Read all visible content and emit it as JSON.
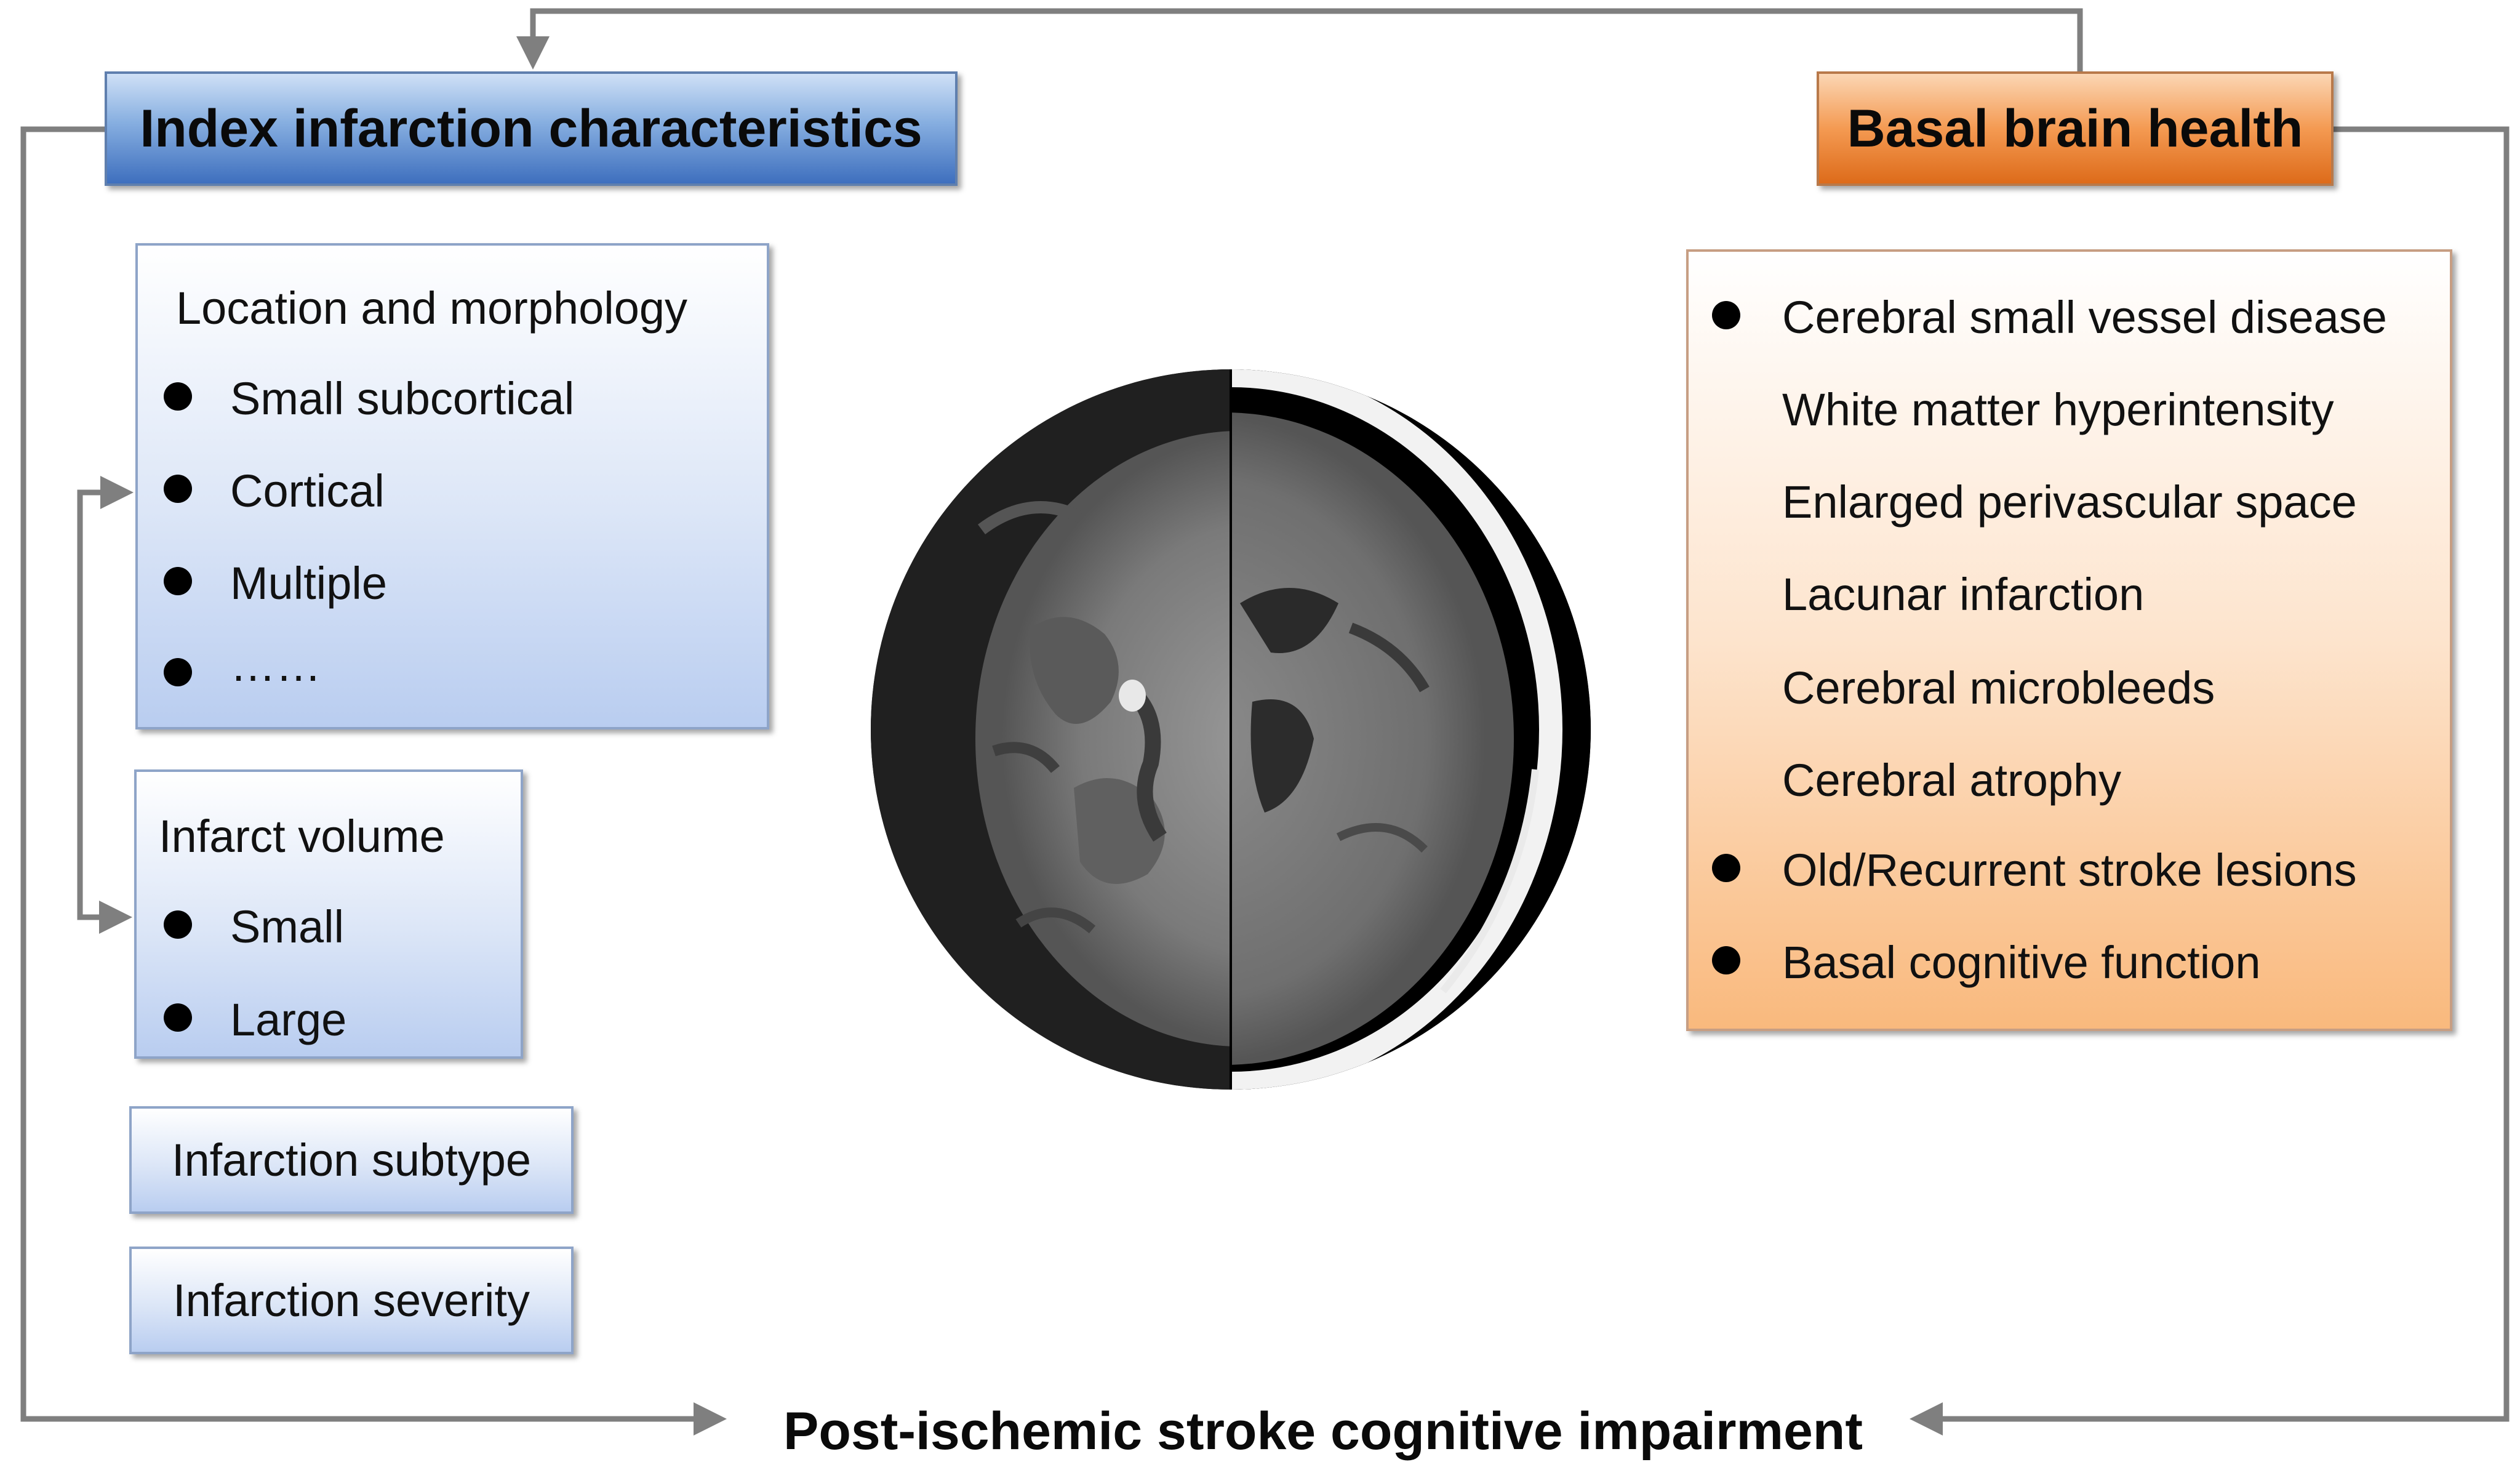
{
  "headers": {
    "index": "Index infarction characteristics",
    "basal": "Basal brain health"
  },
  "location_panel": {
    "title": "Location and morphology",
    "items": [
      "Small subcortical",
      "Cortical",
      "Multiple",
      "……"
    ]
  },
  "volume_panel": {
    "title": "Infarct volume",
    "items": [
      "Small",
      "Large"
    ]
  },
  "subtype_label": "Infarction subtype",
  "severity_label": "Infarction severity",
  "basal_panel": {
    "items": [
      "Cerebral small vessel disease",
      "White matter hyperintensity",
      "Enlarged perivascular space",
      "Lacunar infarction",
      "Cerebral microbleeds",
      "Cerebral atrophy",
      "Old/Recurrent stroke lesions",
      "Basal cognitive function"
    ]
  },
  "footer": "Post-ischemic stroke cognitive impairment",
  "colors": {
    "connector": "#7f7f7f",
    "blue_accent": "#3e6fbe",
    "orange_accent": "#dd6b1a"
  }
}
